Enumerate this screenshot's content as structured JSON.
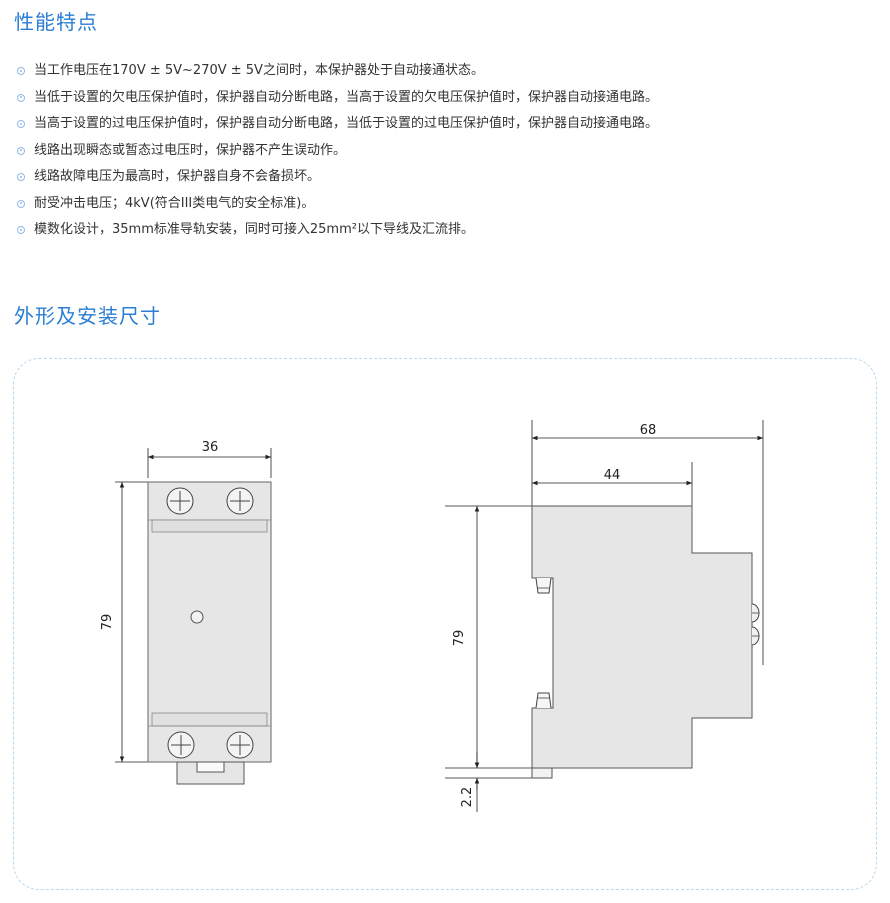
{
  "section1": {
    "title": "性能特点",
    "features": [
      "当工作电压在170V ± 5V~270V ± 5V之间时，本保护器处于自动接通状态。",
      "当低于设置的欠电压保护值时，保护器自动分断电路，当高于设置的欠电压保护值时，保护器自动接通电路。",
      "当高于设置的过电压保护值时，保护器自动分断电路，当低于设置的过电压保护值时，保护器自动接通电路。",
      "线路出现瞬态或暂态过电压时，保护器不产生误动作。",
      "线路故障电压为最高时，保护器自身不会备损坏。",
      "耐受冲击电压；4kV(符合III类电气的安全标准)。",
      "模数化设计，35mm标准导轨安装，同时可接入25mm²以下导线及汇流排。"
    ]
  },
  "section2": {
    "title": "外形及安装尺寸",
    "front_view": {
      "width_label": "36",
      "height_label": "79"
    },
    "side_view": {
      "depth_label": "68",
      "depth_inner_label": "44",
      "height_label": "79",
      "rail_label": "2.2"
    }
  },
  "colors": {
    "title": "#2a7ed3",
    "bullet": "#8fbbe3",
    "box_border": "#b8d8ee",
    "device_fill": "#e6e6e6"
  }
}
